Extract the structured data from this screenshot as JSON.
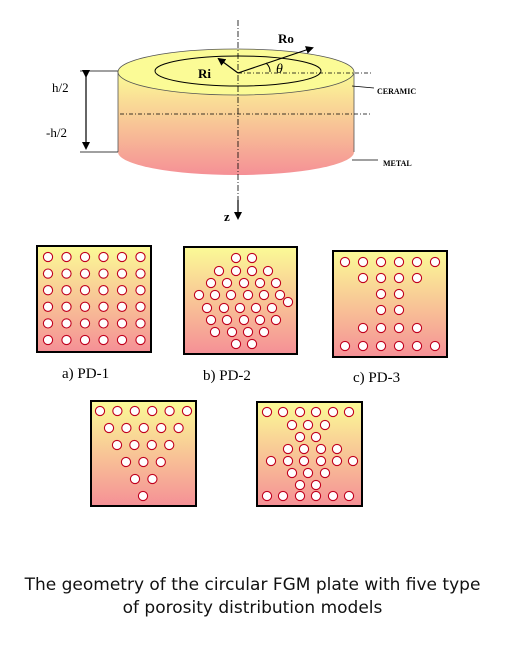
{
  "cylinder": {
    "label_ro": "Ro",
    "label_ri": "Ri",
    "label_theta": "θ",
    "label_z": "z",
    "label_top": "h/2",
    "label_bottom": "-h/2",
    "label_ceramic": "CERAMIC",
    "label_metal": "METAL"
  },
  "models": [
    {
      "id": "pd1",
      "caption": "a)  PD-1"
    },
    {
      "id": "pd2",
      "caption": "b)  PD-2"
    },
    {
      "id": "pd3",
      "caption": "c)  PD-3"
    },
    {
      "id": "pd4",
      "caption": ""
    },
    {
      "id": "pd5",
      "caption": ""
    }
  ],
  "figure_caption": {
    "line1": "The geometry of the circular FGM plate with five type",
    "line2": "of porosity distribution models"
  },
  "colors": {
    "ceramic": "#fbfb96",
    "metal": "#f59096",
    "pore_stroke": "#c0001e",
    "outline": "#000000"
  }
}
